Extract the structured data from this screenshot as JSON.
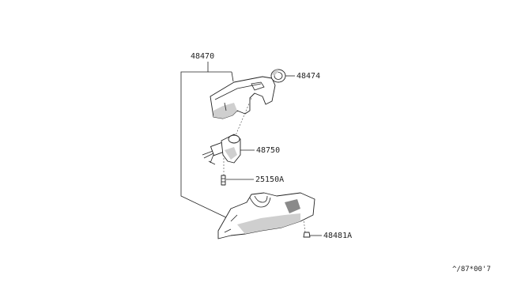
{
  "parts": {
    "upper_cover": "48470",
    "key_ring": "48474",
    "lock_assembly": "48750",
    "switch": "25150A",
    "screw": "48481A"
  },
  "footer_code": "^/87*00'7"
}
